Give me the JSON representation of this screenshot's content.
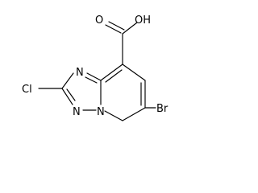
{
  "molecule": {
    "labels": {
      "carboxyl_oxygen": "O",
      "hydroxyl": "OH",
      "chlorine": "Cl",
      "ring_nitrogen_top": "N",
      "ring_nitrogen_bottom_left": "N",
      "ring_nitrogen_bridge": "N",
      "bromine": "Br"
    }
  }
}
